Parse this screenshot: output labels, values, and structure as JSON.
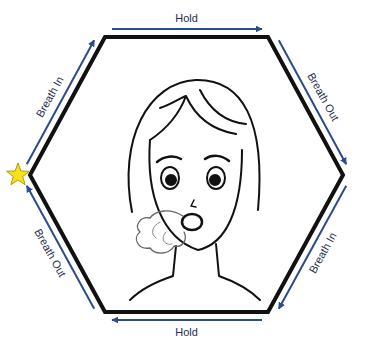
{
  "diagram": {
    "labels": [
      "Breath In",
      "Hold",
      "Breath Out",
      "Breath In",
      "Hold",
      "Breath Out"
    ]
  }
}
